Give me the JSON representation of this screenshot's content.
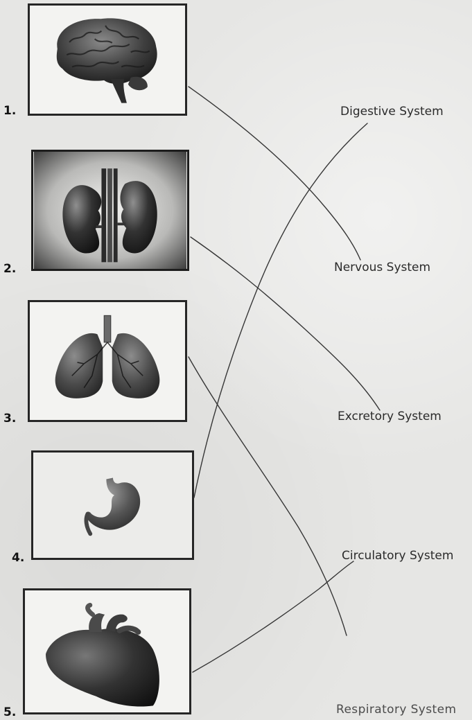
{
  "items": [
    {
      "number": "1.",
      "icon": "brain-icon"
    },
    {
      "number": "2.",
      "icon": "kidneys-icon"
    },
    {
      "number": "3.",
      "icon": "lungs-icon"
    },
    {
      "number": "4.",
      "icon": "stomach-icon"
    },
    {
      "number": "5.",
      "icon": "heart-icon"
    }
  ],
  "systems": [
    "Digestive System",
    "Nervous System",
    "Excretory System",
    "Circulatory System",
    "Respiratory System"
  ],
  "matches": {
    "1.": "Nervous System",
    "2.": "Excretory System",
    "3.": "Respiratory System",
    "4.": "Digestive System",
    "5.": "Circulatory System"
  },
  "colors": {
    "paper": "#e6e6e4",
    "ink": "#262626",
    "pencil_line": "#363636"
  }
}
